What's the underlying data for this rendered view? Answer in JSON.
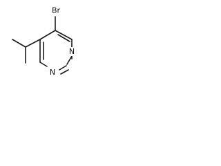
{
  "molecule": {
    "atoms": {
      "br": "Br",
      "n_upper": "N",
      "n_lower": "N"
    },
    "colors": {
      "bond": "#1a1a1a",
      "label": "#111111",
      "background": "#ffffff"
    }
  }
}
